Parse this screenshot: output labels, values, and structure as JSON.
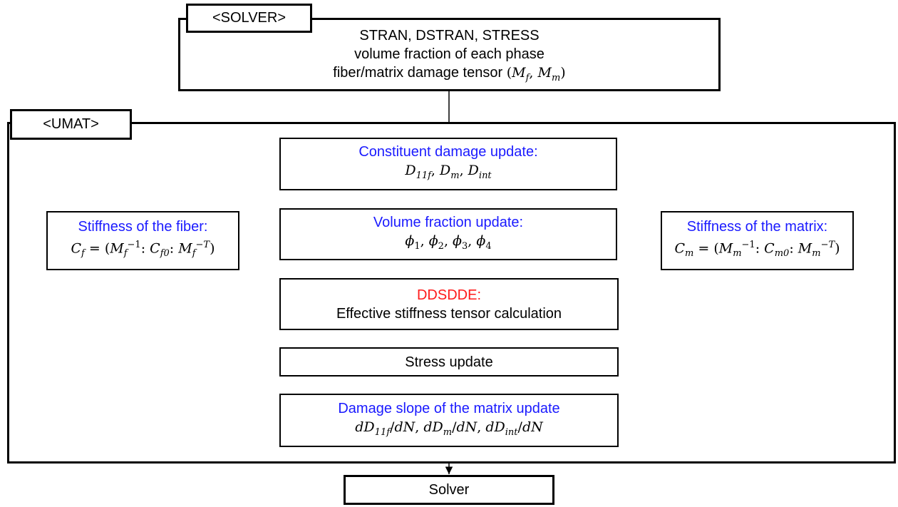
{
  "solver_block": {
    "tag": "<SOLVER>",
    "line1": "STRAN, DSTRAN, STRESS",
    "line2": "volume fraction of each phase",
    "line3_text": "fiber/matrix damage tensor "
  },
  "umat_block": {
    "tag": "<UMAT>"
  },
  "constituent_damage": {
    "title": "Constituent damage update:"
  },
  "stiffness_fiber": {
    "title": "Stiffness of the fiber:"
  },
  "volume_fraction": {
    "title": "Volume fraction update:"
  },
  "stiffness_matrix": {
    "title": "Stiffness of the matrix:"
  },
  "ddsdde": {
    "title": "DDSDDE:",
    "subtitle": "Effective stiffness tensor calculation"
  },
  "stress_update": {
    "label": "Stress update"
  },
  "damage_slope": {
    "title": "Damage slope of the matrix update"
  },
  "solver_end": {
    "label": "Solver"
  },
  "colors": {
    "title_blue": "#1a1aff",
    "title_red": "#ff1a1a",
    "line": "#000000"
  }
}
